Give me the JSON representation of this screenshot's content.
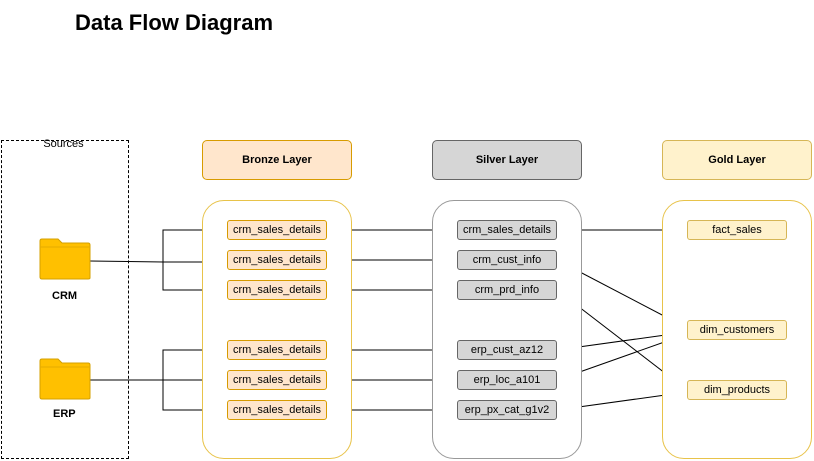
{
  "title": "Data Flow Diagram",
  "sources": {
    "label": "Sources",
    "items": [
      "CRM",
      "ERP"
    ]
  },
  "layers": {
    "bronze": {
      "label": "Bronze Layer",
      "nodes": [
        "crm_sales_details",
        "crm_sales_details",
        "crm_sales_details",
        "crm_sales_details",
        "crm_sales_details",
        "crm_sales_details"
      ]
    },
    "silver": {
      "label": "Silver Layer",
      "nodes": [
        "crm_sales_details",
        "crm_cust_info",
        "crm_prd_info",
        "erp_cust_az12",
        "erp_loc_a101",
        "erp_px_cat_g1v2"
      ]
    },
    "gold": {
      "label": "Gold Layer",
      "nodes": [
        "fact_sales",
        "dim_customers",
        "dim_products"
      ]
    }
  },
  "colors": {
    "bronze_fill": "#ffe6cc",
    "bronze_stroke": "#d79b00",
    "silver_fill": "#d6d6d6",
    "silver_stroke": "#666666",
    "gold_fill": "#fff2cc",
    "gold_stroke": "#d6b656",
    "folder": "#ffc000"
  }
}
